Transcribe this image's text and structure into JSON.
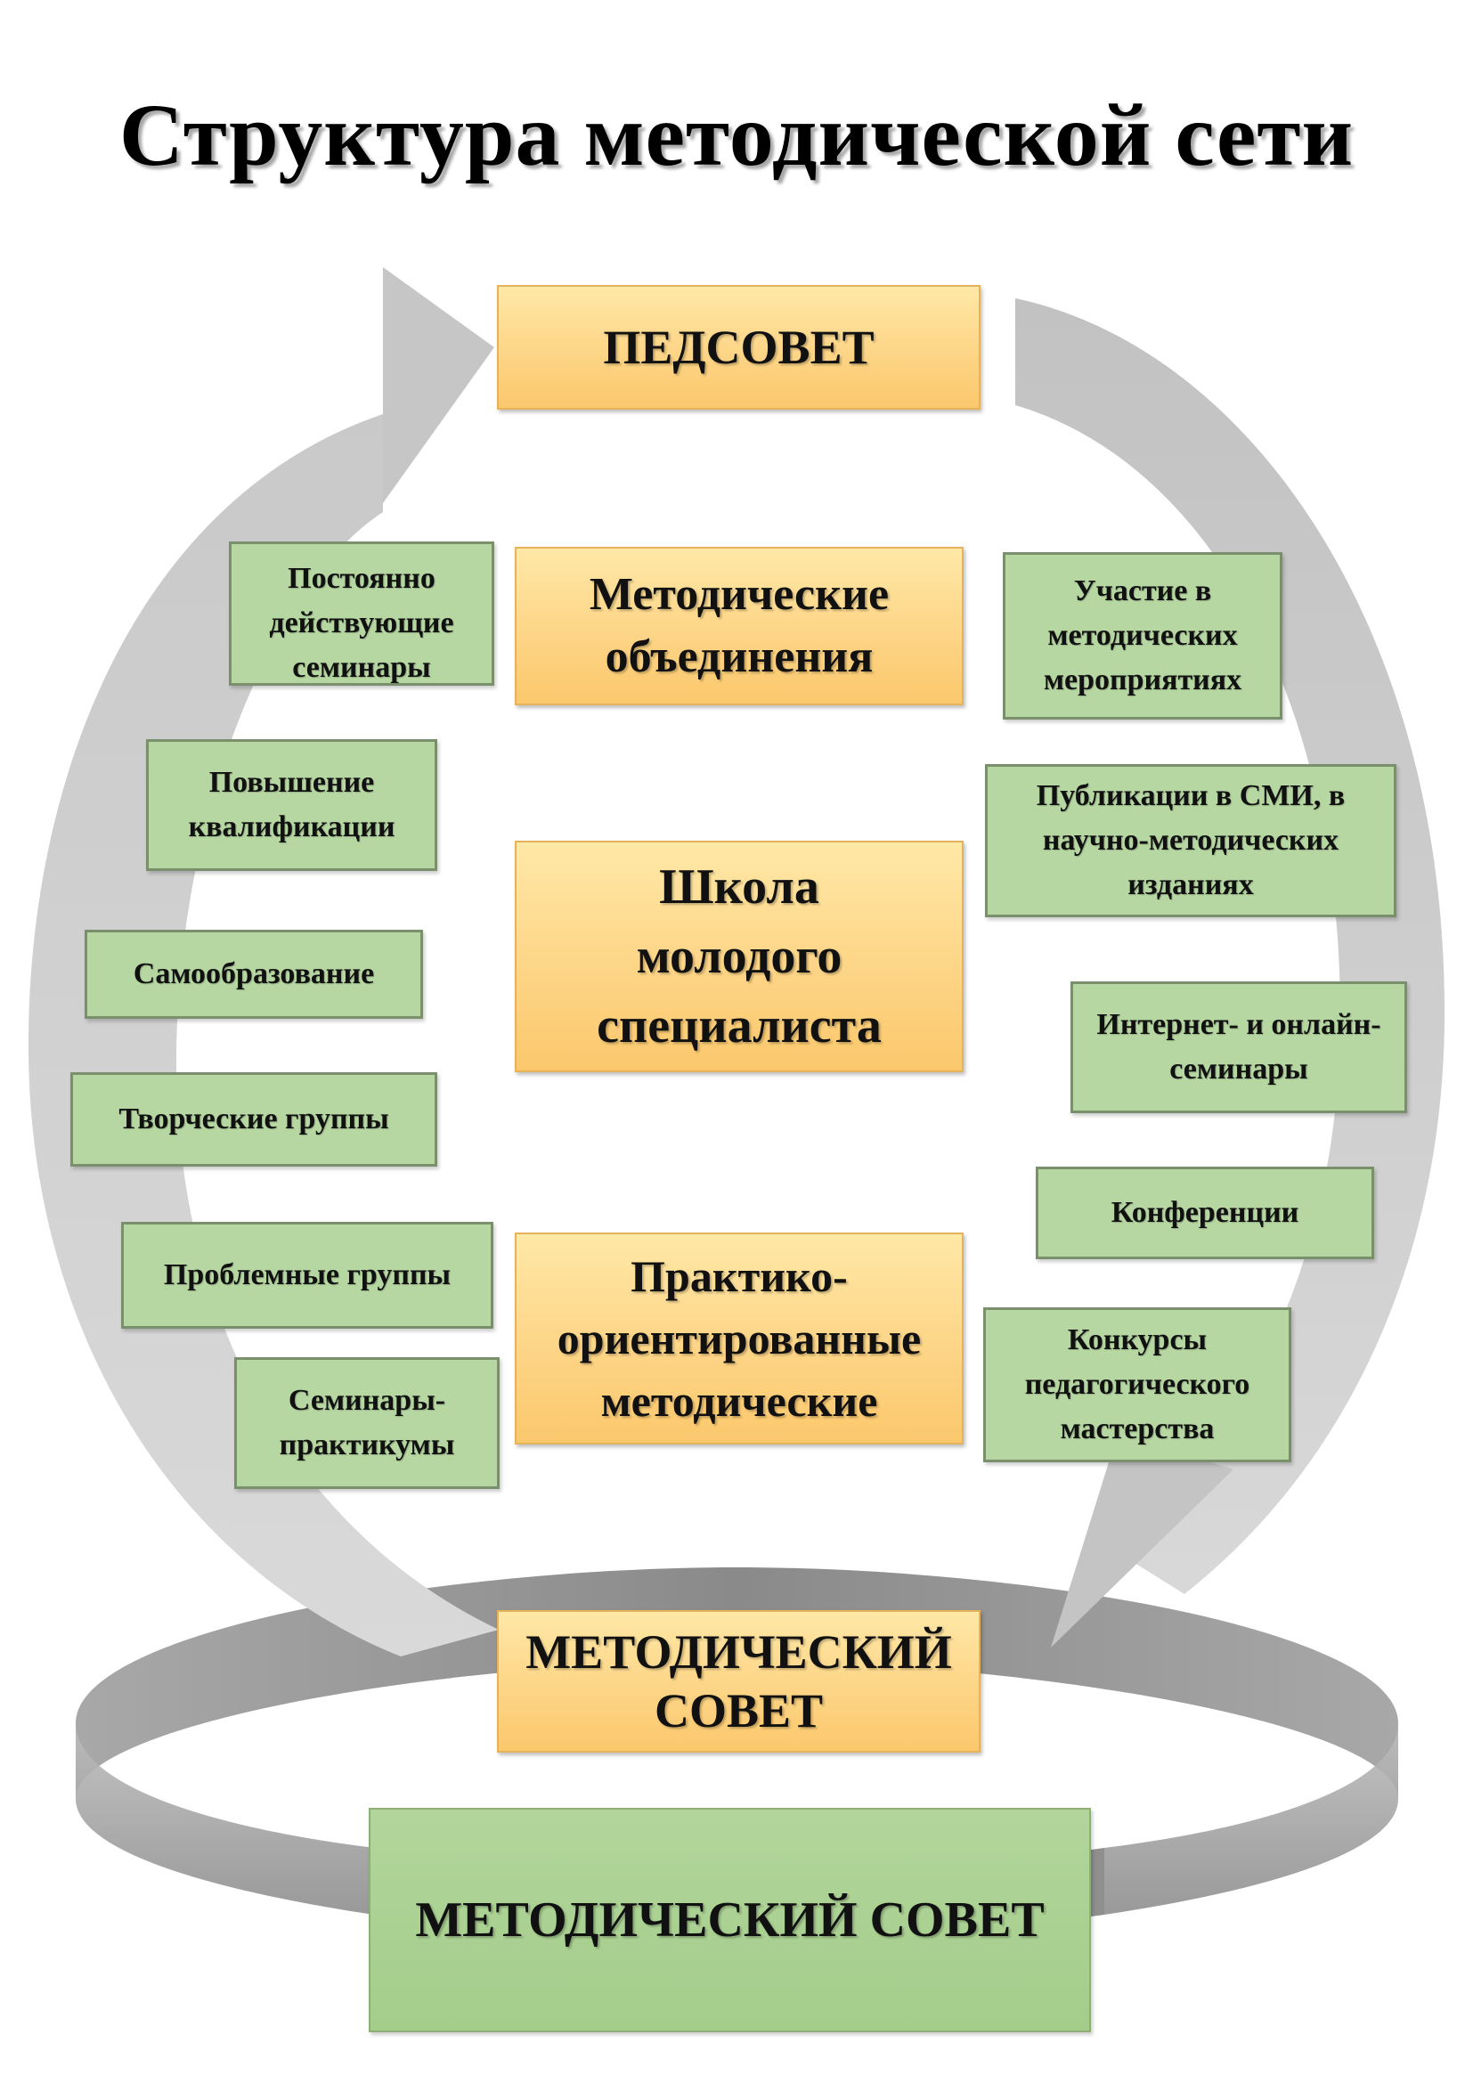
{
  "title": "Структура методической сети",
  "center_column": {
    "pedsovet": "ПЕДСОВЕТ",
    "mo": "Методические объединения",
    "school": "Школа молодого специалиста",
    "practice": "Практико-ориентированные методические",
    "method_council": "МЕТОДИЧЕСКИЙ СОВЕТ"
  },
  "left_items": [
    "Постоянно действующие семинары",
    "Повышение квалификации",
    "Самообразование",
    "Творческие группы",
    "Проблемные группы",
    "Семинары-практикумы"
  ],
  "right_items": [
    "Участие в методических мероприятиях",
    "Публикации в СМИ, в научно-методических изданиях",
    "Интернет- и онлайн-семинары",
    "Конференции",
    "Конкурсы педагогического мастерства"
  ],
  "bottom_box": "МЕТОДИЧЕСКИЙ СОВЕТ",
  "colors": {
    "orange_box": "#fdd587",
    "green_box": "#b6d7a2",
    "arrow_gray": "#cccccc",
    "ring_gray": "#9a9a9a"
  }
}
